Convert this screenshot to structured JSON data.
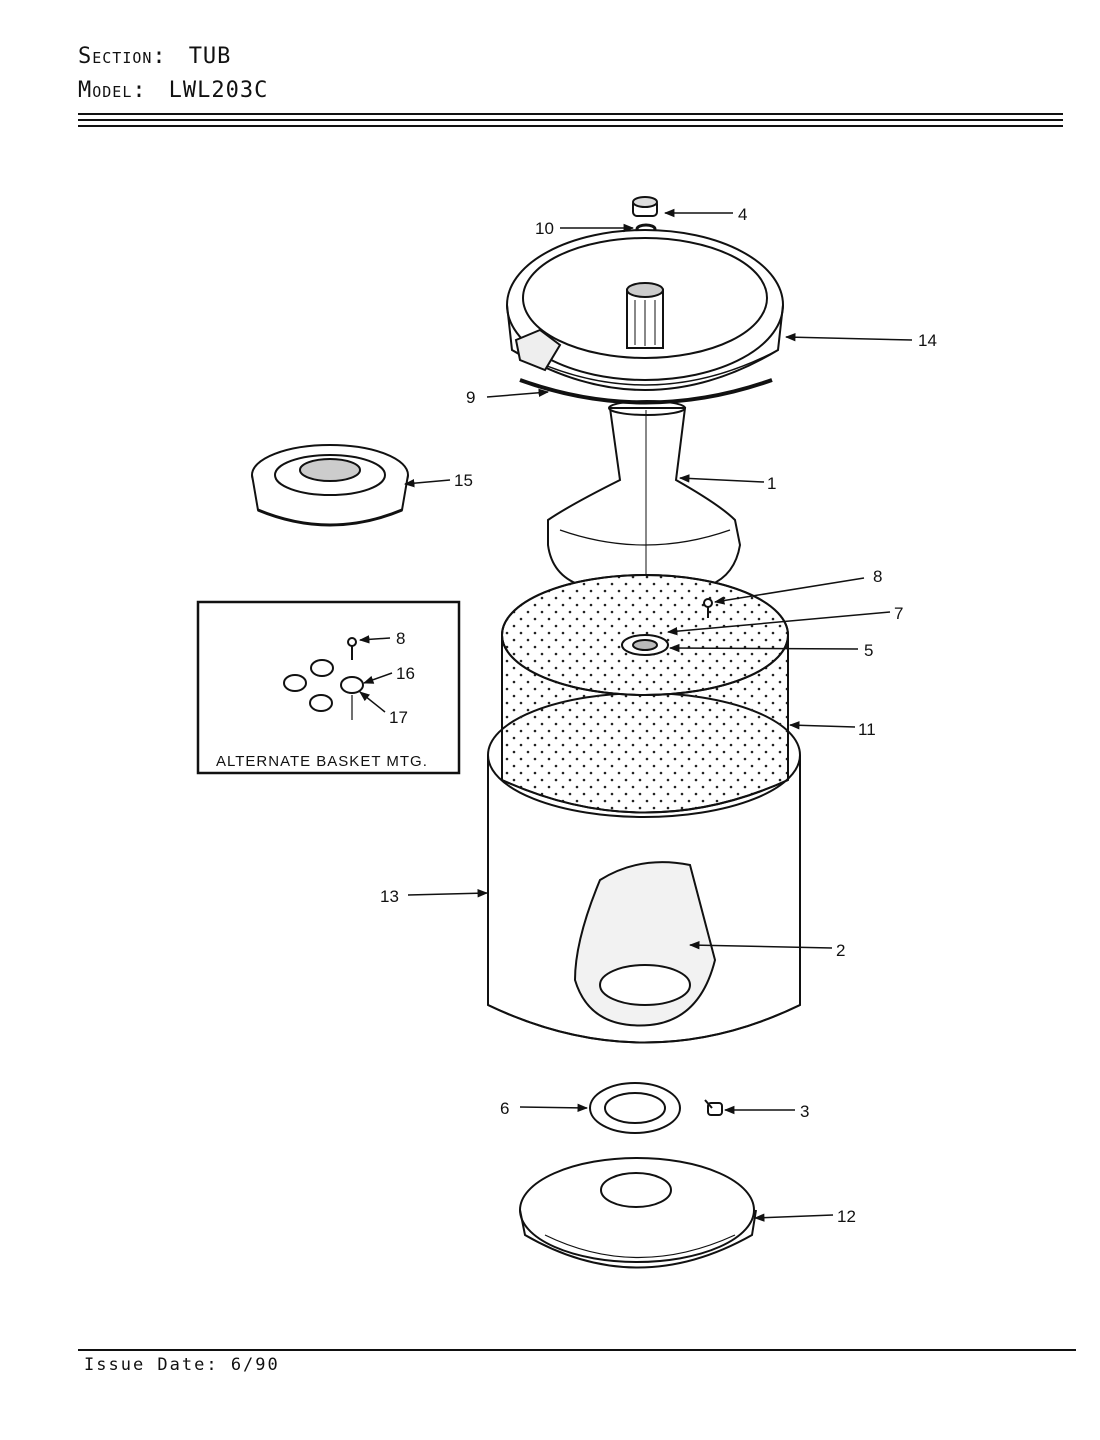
{
  "header": {
    "section_label": "Section:",
    "section_value": "TUB",
    "model_label": "Model:",
    "model_value": "LWL203C"
  },
  "inset": {
    "caption": "ALTERNATE BASKET MTG."
  },
  "callouts": {
    "c1": "1",
    "c2": "2",
    "c3": "3",
    "c4": "4",
    "c5": "5",
    "c6": "6",
    "c7": "7",
    "c8": "8",
    "c9": "9",
    "c10": "10",
    "c11": "11",
    "c12": "12",
    "c13": "13",
    "c14": "14",
    "c15": "15",
    "c8b": "8",
    "c16": "16",
    "c17": "17"
  },
  "footer": {
    "issue_date": "Issue Date: 6/90"
  }
}
